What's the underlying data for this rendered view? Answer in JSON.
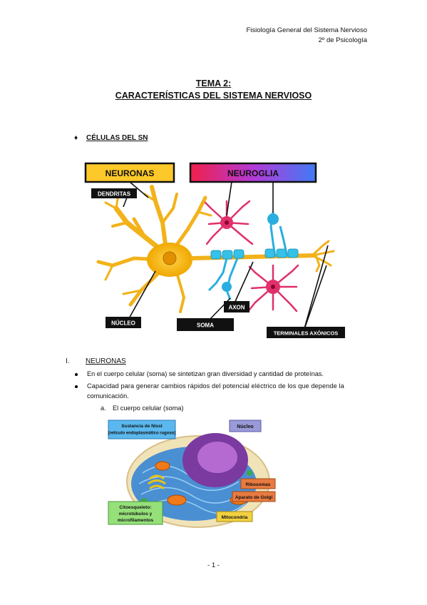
{
  "header": {
    "line1": "Fisiología General del Sistema Nervioso",
    "line2": "2º de Psicología"
  },
  "title": {
    "line1": "TEMA 2:",
    "line2": "CARACTERÍSTICAS DEL SISTEMA NERVIOSO"
  },
  "section_cells": {
    "bullet": "♦",
    "label": "CÉLULAS DEL SN"
  },
  "diagram1": {
    "neuronas": "NEURONAS",
    "neuroglia": "NEUROGLIA",
    "dendritas": "DENDRITAS",
    "axon": "AXON",
    "nucleo": "NÚCLEO",
    "soma": "SOMA",
    "terminales": "TERMINALES AXÓNICOS"
  },
  "section_neuronas": {
    "numeral": "I.",
    "label": "NEURONAS",
    "bullets": [
      "En el cuerpo celular (soma) se sintetizan gran diversidad y cantidad de proteínas.",
      "Capacidad para generar cambios rápidos del potencial eléctrico de los que depende la",
      "comunicación."
    ],
    "sub_letter": "a.",
    "sub_label": "El cuerpo celular (soma)"
  },
  "diagram2": {
    "nissl_line1": "Sustancia de Nissl",
    "nissl_line2": "(retículo endoplasmático rugoso)",
    "nucleo": "Núcleo",
    "ribosomas": "Ribosomas",
    "golgi": "Aparato de Golgi",
    "cito_line1": "Citoesqueleto:",
    "cito_line2": "microtúbulos y",
    "cito_line3": "microfilamentos",
    "mitocondria": "Mitocondria"
  },
  "footer": {
    "page": "- 1 -"
  }
}
